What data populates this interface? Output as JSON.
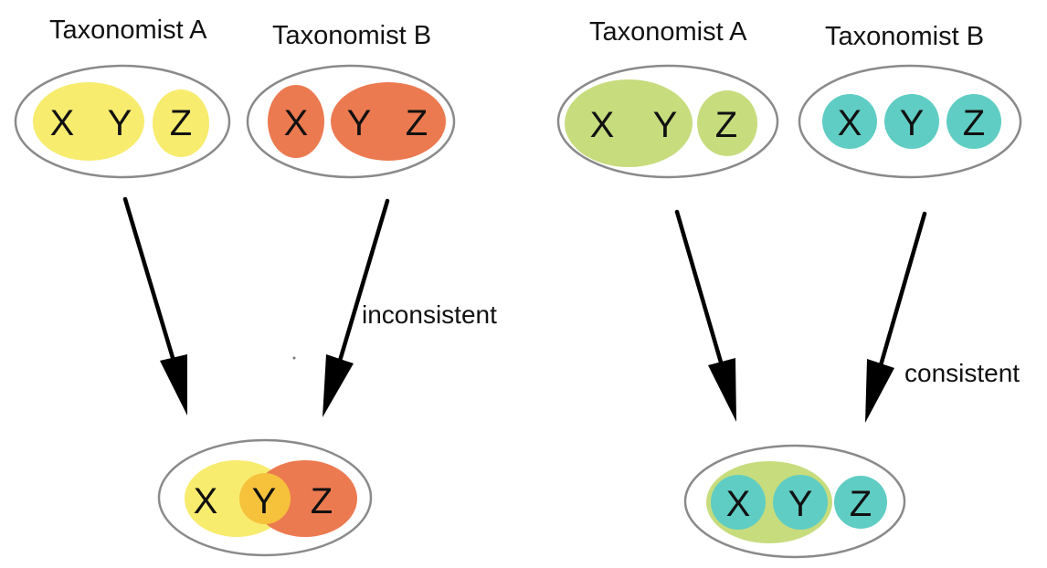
{
  "colors": {
    "yellow": "#f7ec6e",
    "orange": "#ec7a50",
    "overlap": "#f6c23c",
    "green": "#c7dc7d",
    "teal": "#5fcdc3",
    "outline": "#8a8a8a"
  },
  "left": {
    "label_a": "Taxonomist A",
    "label_b": "Taxonomist B",
    "relation": "inconsistent",
    "a_letters": [
      "X",
      "Y",
      "Z"
    ],
    "b_letters": [
      "X",
      "Y",
      "Z"
    ],
    "result_letters": [
      "X",
      "Y",
      "Z"
    ]
  },
  "right": {
    "label_a": "Taxonomist A",
    "label_b": "Taxonomist B",
    "relation": "consistent",
    "a_letters": [
      "X",
      "Y",
      "Z"
    ],
    "b_letters": [
      "X",
      "Y",
      "Z"
    ],
    "result_letters": [
      "X",
      "Y",
      "Z"
    ]
  }
}
